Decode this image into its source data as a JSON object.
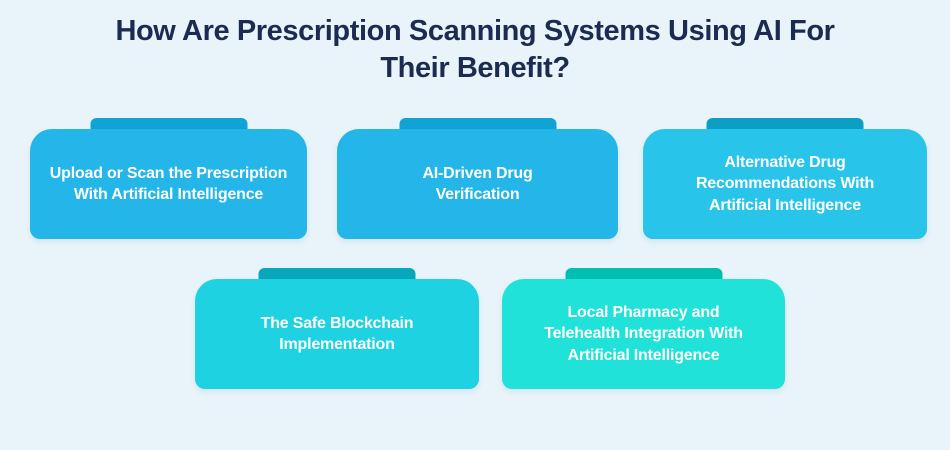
{
  "background_color": "#E8F4F9",
  "title": {
    "text": "How Are Prescription Scanning Systems Using AI For\nTheir Benefit?",
    "color": "#1C2B52"
  },
  "card_text_color": "#FFFFFF",
  "cards": [
    {
      "label": "Upload or Scan the Prescription\nWith Artificial Intelligence",
      "body_color": "#24B5E9",
      "tab_color": "#0FA3D6"
    },
    {
      "label": "AI-Driven Drug\nVerification",
      "body_color": "#24B5E9",
      "tab_color": "#0FA3D6"
    },
    {
      "label": "Alternative Drug\nRecommendations With\nArtificial Intelligence",
      "body_color": "#28C4EA",
      "tab_color": "#0B9FC5"
    },
    {
      "label": "The Safe Blockchain\nImplementation",
      "body_color": "#1FD2E2",
      "tab_color": "#08A7BB"
    },
    {
      "label": "Local Pharmacy and\nTelehealth Integration With\nArtificial Intelligence",
      "body_color": "#20E2D9",
      "tab_color": "#00BFB1"
    }
  ]
}
